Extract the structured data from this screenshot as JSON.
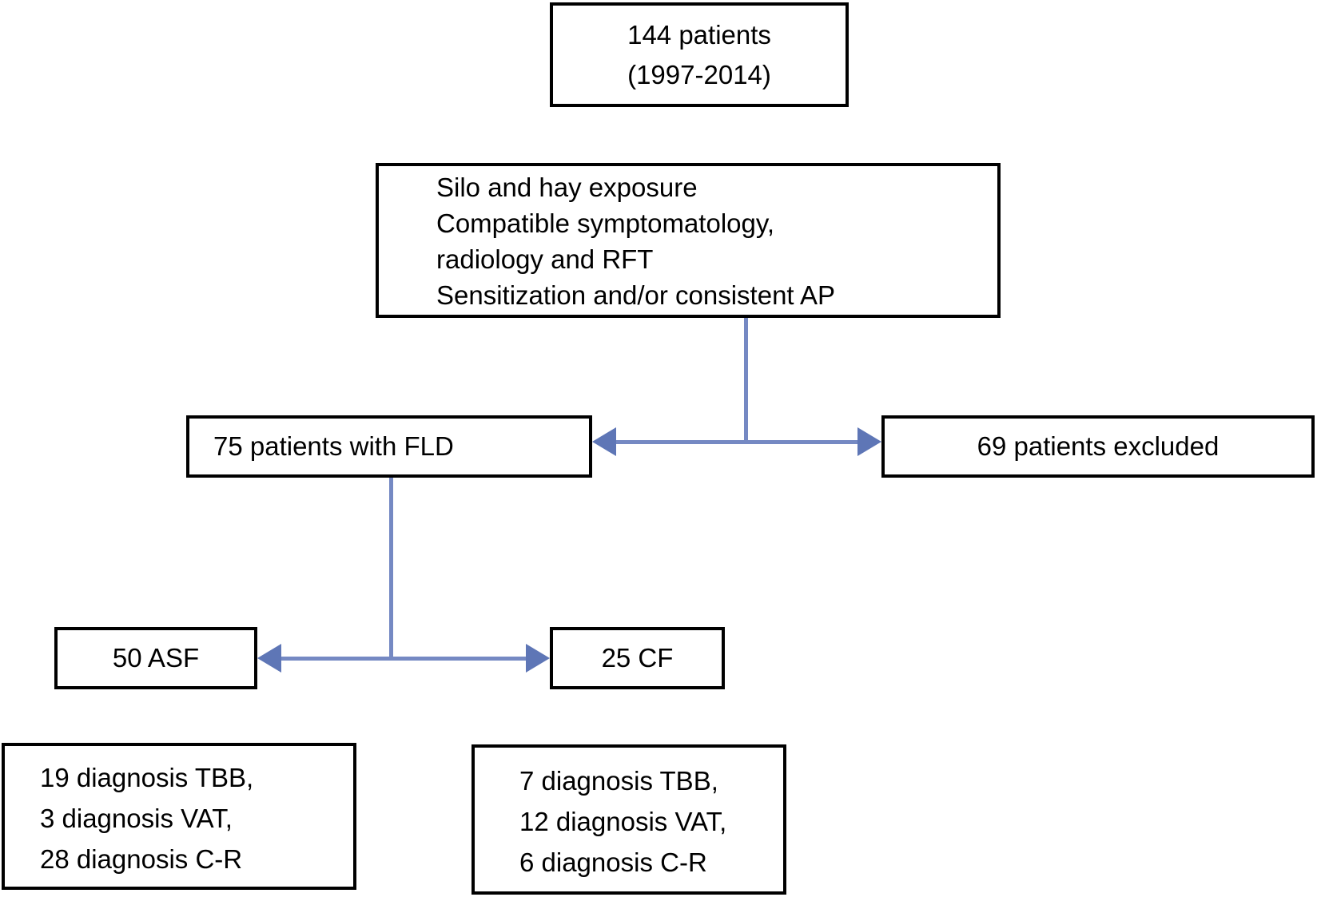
{
  "diagram": {
    "type": "patient-flowchart",
    "nodes": {
      "total": {
        "lines": [
          "144 patients",
          "(1997-2014)"
        ]
      },
      "criteria": {
        "lines": [
          "Silo and hay exposure",
          "Compatible symptomatology,",
          "radiology and RFT",
          "Sensitization and/or consistent AP"
        ]
      },
      "fld": {
        "label": "75 patients with FLD"
      },
      "excluded": {
        "label": "69 patients excluded"
      },
      "asf": {
        "label": "50 ASF"
      },
      "cf": {
        "label": "25 CF"
      },
      "asf_diagnosis": {
        "lines": [
          "19 diagnosis TBB,",
          "3 diagnosis VAT,",
          "28 diagnosis C-R"
        ]
      },
      "cf_diagnosis": {
        "lines": [
          "7 diagnosis TBB,",
          "12 diagnosis VAT,",
          "6 diagnosis C-R"
        ]
      }
    },
    "edges": [
      {
        "from": "criteria",
        "to": [
          "fld",
          "excluded"
        ],
        "style": "double-arrow"
      },
      {
        "from": "fld",
        "to": [
          "asf",
          "cf"
        ],
        "style": "double-arrow"
      }
    ],
    "colors": {
      "connector": "#7589c3",
      "arrowhead": "#5e76b6",
      "border": "#000000",
      "text": "#000000",
      "background": "#ffffff"
    }
  }
}
